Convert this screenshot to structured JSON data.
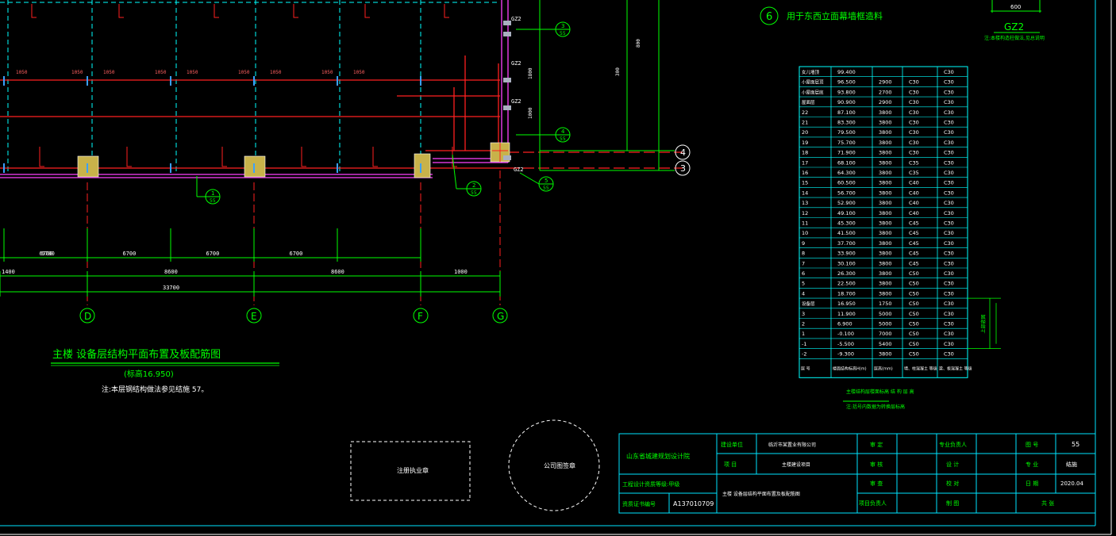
{
  "plan": {
    "title": "主楼 设备层结构平面布置及板配筋图",
    "elevation": "(标高16.950)",
    "note": "注:本层钢结构做法参见结施 57。",
    "axes_letters": [
      "D",
      "E",
      "F",
      "G"
    ],
    "axes_numbers": [
      "4",
      "3"
    ],
    "sub_dims": [
      "6700",
      "6700",
      "6700",
      "6700",
      "6700"
    ],
    "mid_dims": [
      "1400",
      "8600",
      "8600",
      "1000"
    ],
    "total_dim": "33700",
    "gz_labels": [
      "GZ2",
      "GZ2",
      "GZ2",
      "GZ2"
    ],
    "detail_refs": [
      {
        "num": "1",
        "sheet": "55"
      },
      {
        "num": "2",
        "sheet": "55"
      },
      {
        "num": "3",
        "sheet": "55"
      },
      {
        "num": "4",
        "sheet": "55"
      },
      {
        "num": "5",
        "sheet": "55"
      }
    ],
    "misc_dims": [
      "1800",
      "1000",
      "300",
      "800"
    ]
  },
  "section6": {
    "num": "6",
    "title": "用于东西立面幕墙框造料",
    "gz_label": "GZ2",
    "gz_width": "600",
    "gz_note": "注:本楼构造柱做法,见总说明"
  },
  "level_table": {
    "rows": [
      [
        "女儿墙顶",
        "99.400",
        "",
        "",
        "C30"
      ],
      [
        "小屋面层顶",
        "96.500",
        "2900",
        "C30",
        "C30"
      ],
      [
        "小屋面层底",
        "93.800",
        "2700",
        "C30",
        "C30"
      ],
      [
        "屋面层",
        "90.900",
        "2900",
        "C30",
        "C30"
      ],
      [
        "22",
        "87.100",
        "3800",
        "C30",
        "C30"
      ],
      [
        "21",
        "83.300",
        "3800",
        "C30",
        "C30"
      ],
      [
        "20",
        "79.500",
        "3800",
        "C30",
        "C30"
      ],
      [
        "19",
        "75.700",
        "3800",
        "C30",
        "C30"
      ],
      [
        "18",
        "71.900",
        "3800",
        "C30",
        "C30"
      ],
      [
        "17",
        "68.100",
        "3800",
        "C35",
        "C30"
      ],
      [
        "16",
        "64.300",
        "3800",
        "C35",
        "C30"
      ],
      [
        "15",
        "60.500",
        "3800",
        "C40",
        "C30"
      ],
      [
        "14",
        "56.700",
        "3800",
        "C40",
        "C30"
      ],
      [
        "13",
        "52.900",
        "3800",
        "C40",
        "C30"
      ],
      [
        "12",
        "49.100",
        "3800",
        "C40",
        "C30"
      ],
      [
        "11",
        "45.300",
        "3800",
        "C45",
        "C30"
      ],
      [
        "10",
        "41.500",
        "3800",
        "C45",
        "C30"
      ],
      [
        "9",
        "37.700",
        "3800",
        "C45",
        "C30"
      ],
      [
        "8",
        "33.900",
        "3800",
        "C45",
        "C30"
      ],
      [
        "7",
        "30.100",
        "3800",
        "C45",
        "C30"
      ],
      [
        "6",
        "26.300",
        "3800",
        "C50",
        "C30"
      ],
      [
        "5",
        "22.500",
        "3800",
        "C50",
        "C30"
      ],
      [
        "4",
        "18.700",
        "3800",
        "C50",
        "C30"
      ],
      [
        "设备层",
        "16.950",
        "1750",
        "C50",
        "C30"
      ],
      [
        "3",
        "11.900",
        "5000",
        "C50",
        "C30"
      ],
      [
        "2",
        "6.900",
        "5000",
        "C50",
        "C30"
      ],
      [
        "1",
        "-0.100",
        "7000",
        "C50",
        "C30"
      ],
      [
        "-1",
        "-5.500",
        "5400",
        "C50",
        "C30"
      ],
      [
        "-2",
        "-9.300",
        "3800",
        "C50",
        "C30"
      ]
    ],
    "header": [
      "层 号",
      "楼面结构标高H(m)",
      "层高(mm)",
      "墙、柱混凝土 等级",
      "梁、板混凝土 等级"
    ],
    "side_label": "上部嵌固",
    "caption": "主楼结构层楼面标高 结 构 层 高",
    "caption_note": "注:括号内数据为转换层标高"
  },
  "stamps": {
    "box_label": "注册执业章",
    "circle_label": "公司图签章"
  },
  "titleblock": {
    "institute": "山东省城建规划设计院",
    "cert_label": "工程设计资质等级:甲级",
    "cert_no_label": "资质证书编号",
    "cert_no": "A137010709",
    "build_unit_label": "建设单位",
    "build_unit": "临沂市某置业有限公司",
    "project_label": "项 目",
    "project": "主楼建设项目",
    "drawing_title": "主楼 设备层结构平面布置及板配筋图",
    "approve_label": "审 定",
    "review_label": "审 核",
    "audit_label": "审 查",
    "owner_label": "项目负责人",
    "spec_owner_label": "专业负责人",
    "design_label": "设 计",
    "check_label": "校 对",
    "draw_label": "制 图",
    "sheet_label": "图 号",
    "sheet_no": "55",
    "discipline_label": "专 业",
    "discipline": "结施",
    "date_label": "日 期",
    "date": "2020.04",
    "total_label": "共 张"
  },
  "colors": {
    "grid": "#00ff00",
    "beam_red": "#ff2020",
    "cyan": "#00ffff",
    "magenta": "#ff40ff",
    "column": "#c8b24a",
    "white": "#ffffff",
    "titleblock": "#00e5ff"
  }
}
